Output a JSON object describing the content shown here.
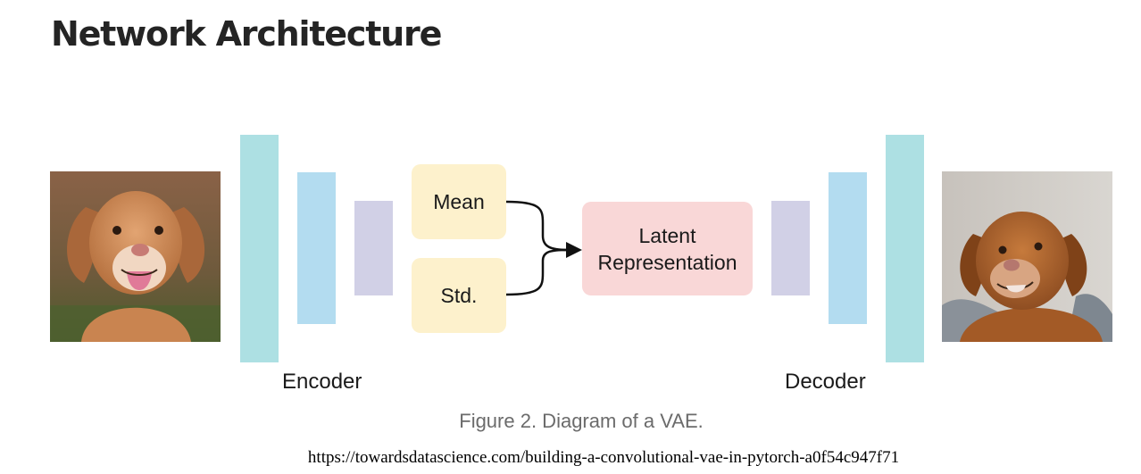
{
  "heading": "Network Architecture",
  "diagram": {
    "encoder_label": "Encoder",
    "decoder_label": "Decoder",
    "mean_label": "Mean",
    "std_label": "Std.",
    "latent_label_line1": "Latent",
    "latent_label_line2": "Representation",
    "input_image": "dog-photo-input",
    "output_image": "dog-photo-output",
    "colors": {
      "layer_outer": "#ade0e3",
      "layer_middle": "#b3dcf0",
      "layer_inner": "#d1d0e6",
      "mean_std_box": "#fdf1cc",
      "latent_box": "#f9d7d7"
    }
  },
  "caption": "Figure 2. Diagram of a VAE.",
  "source_url": "https://towardsdatascience.com/building-a-convolutional-vae-in-pytorch-a0f54c947f71"
}
